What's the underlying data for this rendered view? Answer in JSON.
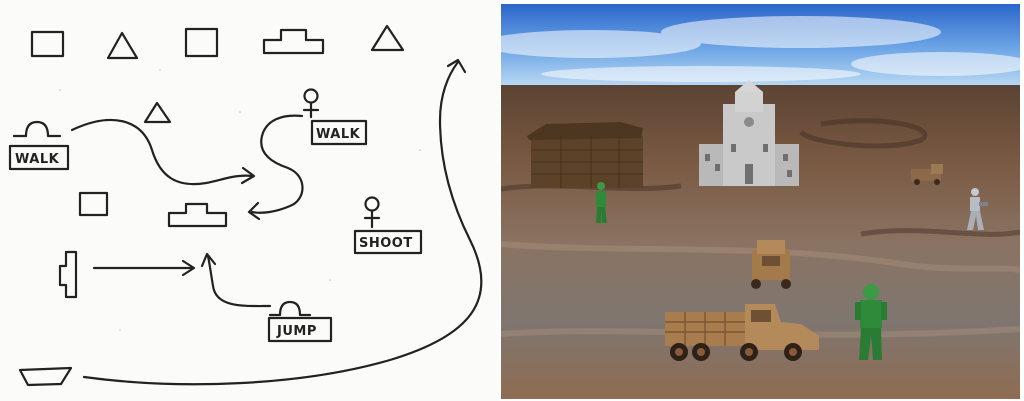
{
  "sketch": {
    "labels": {
      "walk_left": "WALK",
      "walk_right": "WALK",
      "shoot": "SHOOT",
      "jump": "JUMP"
    }
  },
  "scene": {
    "colors": {
      "sky_top": "#2f6fd0",
      "sky_bottom": "#a9cdf0",
      "ground": "#6a4d38",
      "soldier_green": "#2f8a3a",
      "soldier_gray": "#b8bcc4",
      "truck_tan": "#b58a5a",
      "building_gray": "#c6c6c6",
      "house_brown": "#5b4228"
    }
  }
}
